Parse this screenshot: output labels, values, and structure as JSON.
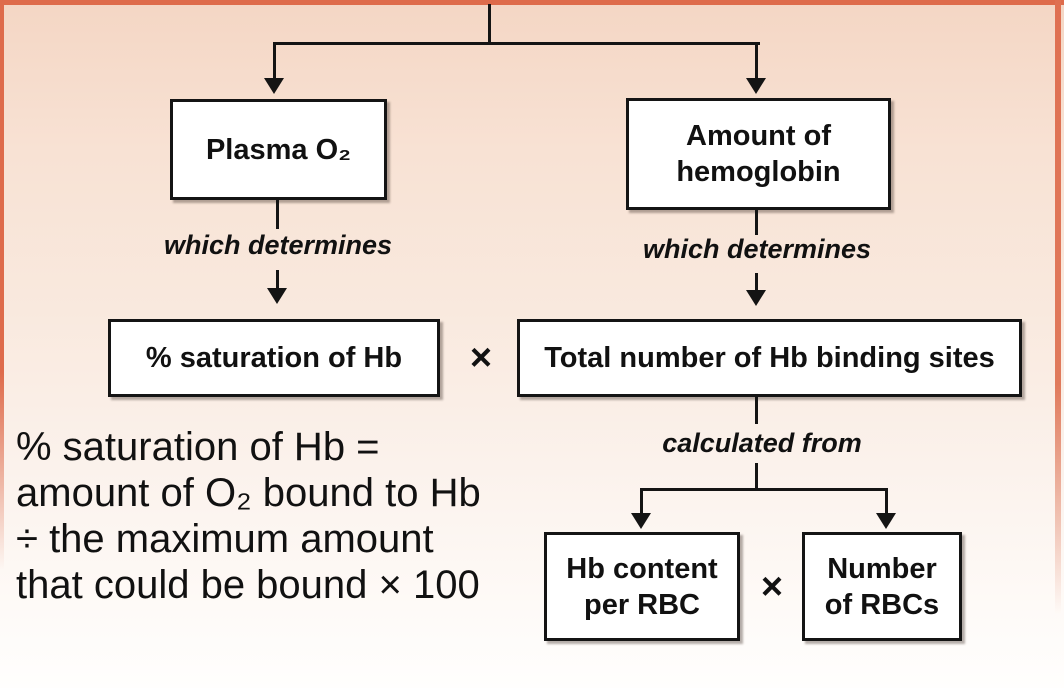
{
  "colors": {
    "frame_border": "#de6b4b",
    "background_top": "#f4d6c4",
    "background_bottom": "#fffefd",
    "box_fill": "#ffffff",
    "box_border": "#141414",
    "text": "#111111"
  },
  "nodes": {
    "plasma": {
      "label": "Plasma O₂"
    },
    "hemoglobin": {
      "line1": "Amount of",
      "line2": "hemoglobin"
    },
    "saturation": {
      "label": "% saturation of Hb"
    },
    "binding_sites": {
      "label": "Total number of Hb binding sites"
    },
    "hb_content": {
      "line1": "Hb content",
      "line2": "per RBC"
    },
    "rbc_count": {
      "line1": "Number",
      "line2": "of RBCs"
    }
  },
  "connectors": {
    "which_determines_left": "which determines",
    "which_determines_right": "which determines",
    "calculated_from": "calculated from",
    "multiply_middle": "×",
    "multiply_bottom": "×"
  },
  "formula": {
    "line1": "% saturation of Hb =",
    "line2": "amount of O₂ bound to Hb",
    "line3": "÷ the maximum amount",
    "line4": "that could be bound × 100"
  }
}
